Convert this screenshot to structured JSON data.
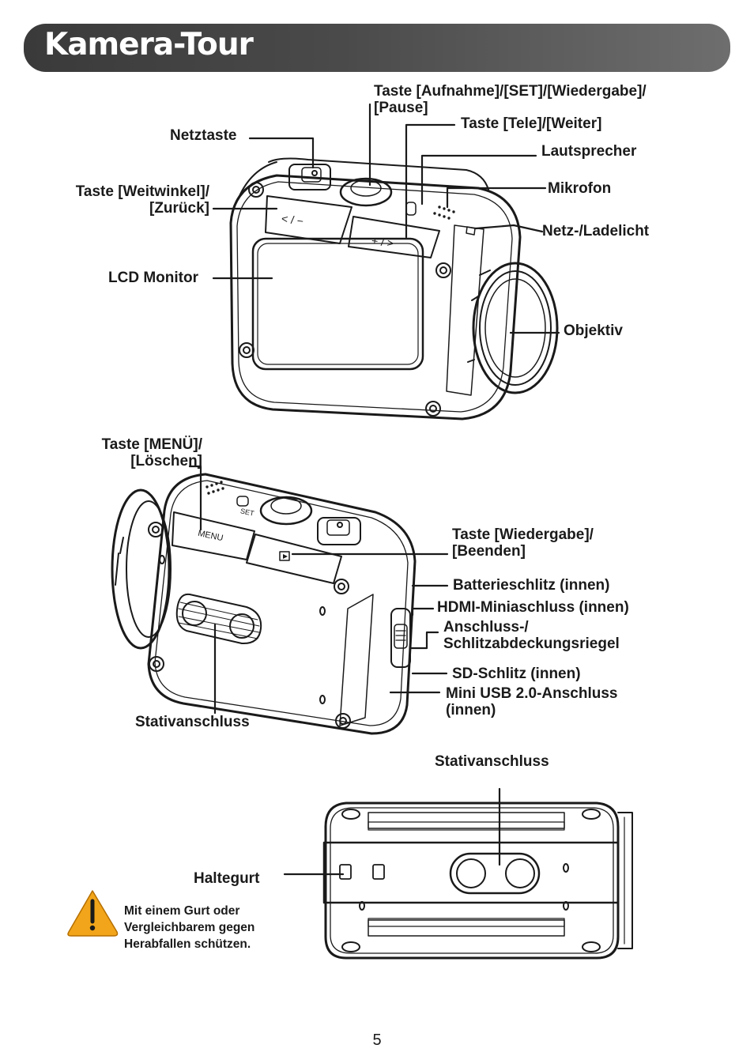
{
  "title": "Kamera-Tour",
  "labels": {
    "record_button": [
      "Taste [Aufnahme]/[SET]/[Wiedergabe]/",
      "[Pause]"
    ],
    "tele_button": "Taste [Tele]/[Weiter]",
    "power_button": "Netztaste",
    "speaker": "Lautsprecher",
    "microphone": "Mikrofon",
    "wide_button": [
      "Taste [Weitwinkel]/",
      "[Zurück]"
    ],
    "power_led": "Netz-/Ladelicht",
    "lcd_monitor": "LCD Monitor",
    "lens": "Objektiv",
    "menu_button": [
      "Taste [MENÜ]/",
      "[Löschen]"
    ],
    "playback_button": [
      "Taste [Wiedergabe]/",
      "[Beenden]"
    ],
    "battery_slot": "Batterieschlitz (innen)",
    "hdmi_port": "HDMI-Miniaschluss (innen)",
    "cover_lock": [
      "Anschluss-/",
      "Schlitzabdeckungsriegel"
    ],
    "sd_slot": "SD-Schlitz (innen)",
    "usb_port": [
      "Mini USB 2.0-Anschluss",
      "(innen)"
    ],
    "tripod_mount_side": "Stativanschluss",
    "tripod_mount_bottom": "Stativanschluss",
    "strap": "Haltegurt"
  },
  "camera_markings": {
    "wide_glyph": "< / −",
    "tele_glyph": "+ / >",
    "menu": "MENU",
    "set": "SET"
  },
  "warning": {
    "icon": "warning-icon",
    "lines": [
      "Mit einem Gurt oder",
      "Vergleichbarem gegen",
      "Herabfallen schützen."
    ]
  },
  "page_number": "5",
  "colors": {
    "banner_dark": "#3a3a3a",
    "banner_light": "#6e6e6e",
    "warning_fill": "#f2a51a"
  }
}
